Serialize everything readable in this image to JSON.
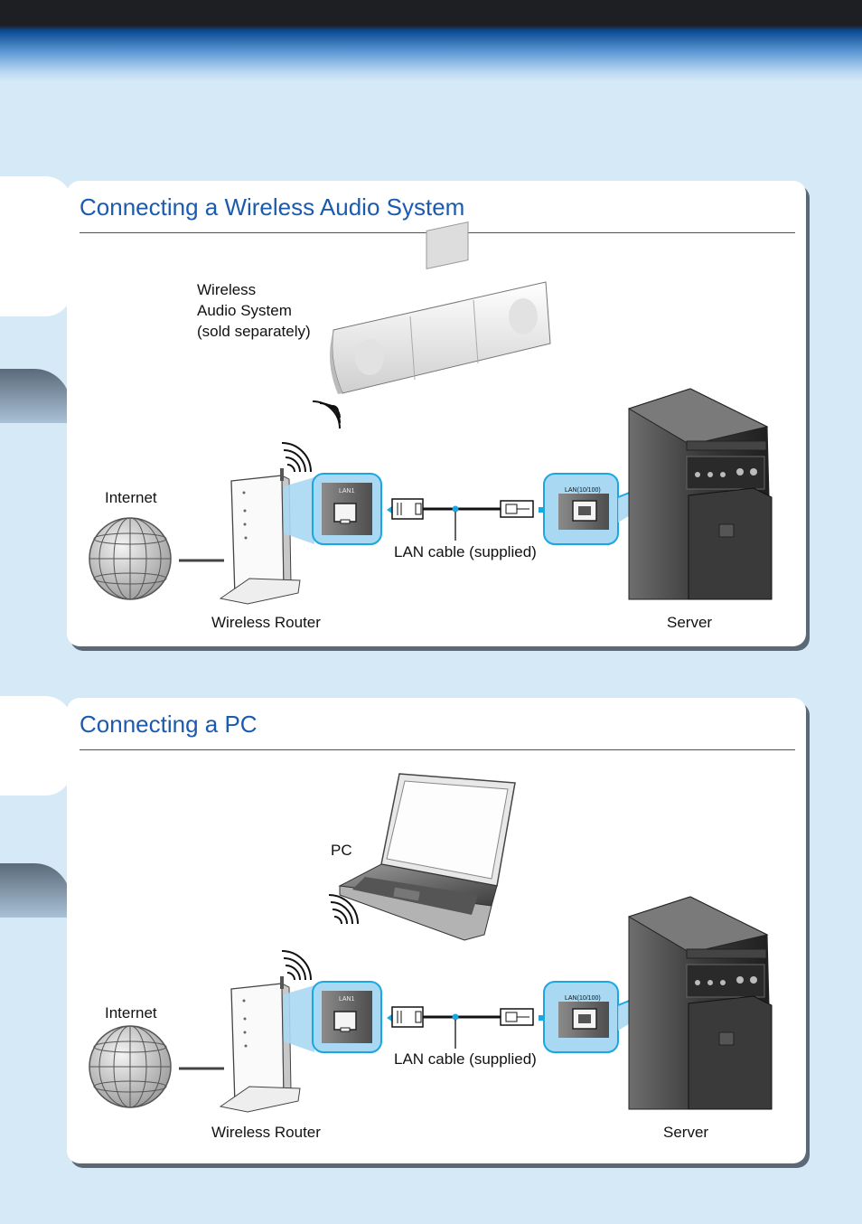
{
  "sections": [
    {
      "title": "Connecting a Wireless Audio System",
      "device_label_lines": [
        "Wireless",
        "Audio System",
        "(sold separately)"
      ],
      "internet_label": "Internet",
      "router_label": "Wireless Router",
      "cable_label": "LAN cable (supplied)",
      "server_label": "Server",
      "router_port_label": "LAN1",
      "server_port_label": "LAN(10/100)"
    },
    {
      "title": "Connecting a PC",
      "device_label_lines": [
        "PC"
      ],
      "internet_label": "Internet",
      "router_label": "Wireless Router",
      "cable_label": "LAN cable (supplied)",
      "server_label": "Server",
      "router_port_label": "LAN1",
      "server_port_label": "LAN(10/100)"
    }
  ],
  "colors": {
    "page_background": "#d6e9f7",
    "title_blue": "#1a5bb0",
    "port_highlight": "#a9d8f2",
    "port_border": "#1aa6e0"
  },
  "icons": [
    "globe-icon",
    "wireless-router-icon",
    "wifi-signal-icon",
    "lan-port-icon",
    "rj45-plug-icon",
    "arrow-icon",
    "server-tower-icon",
    "wireless-speaker-icon",
    "laptop-icon"
  ]
}
